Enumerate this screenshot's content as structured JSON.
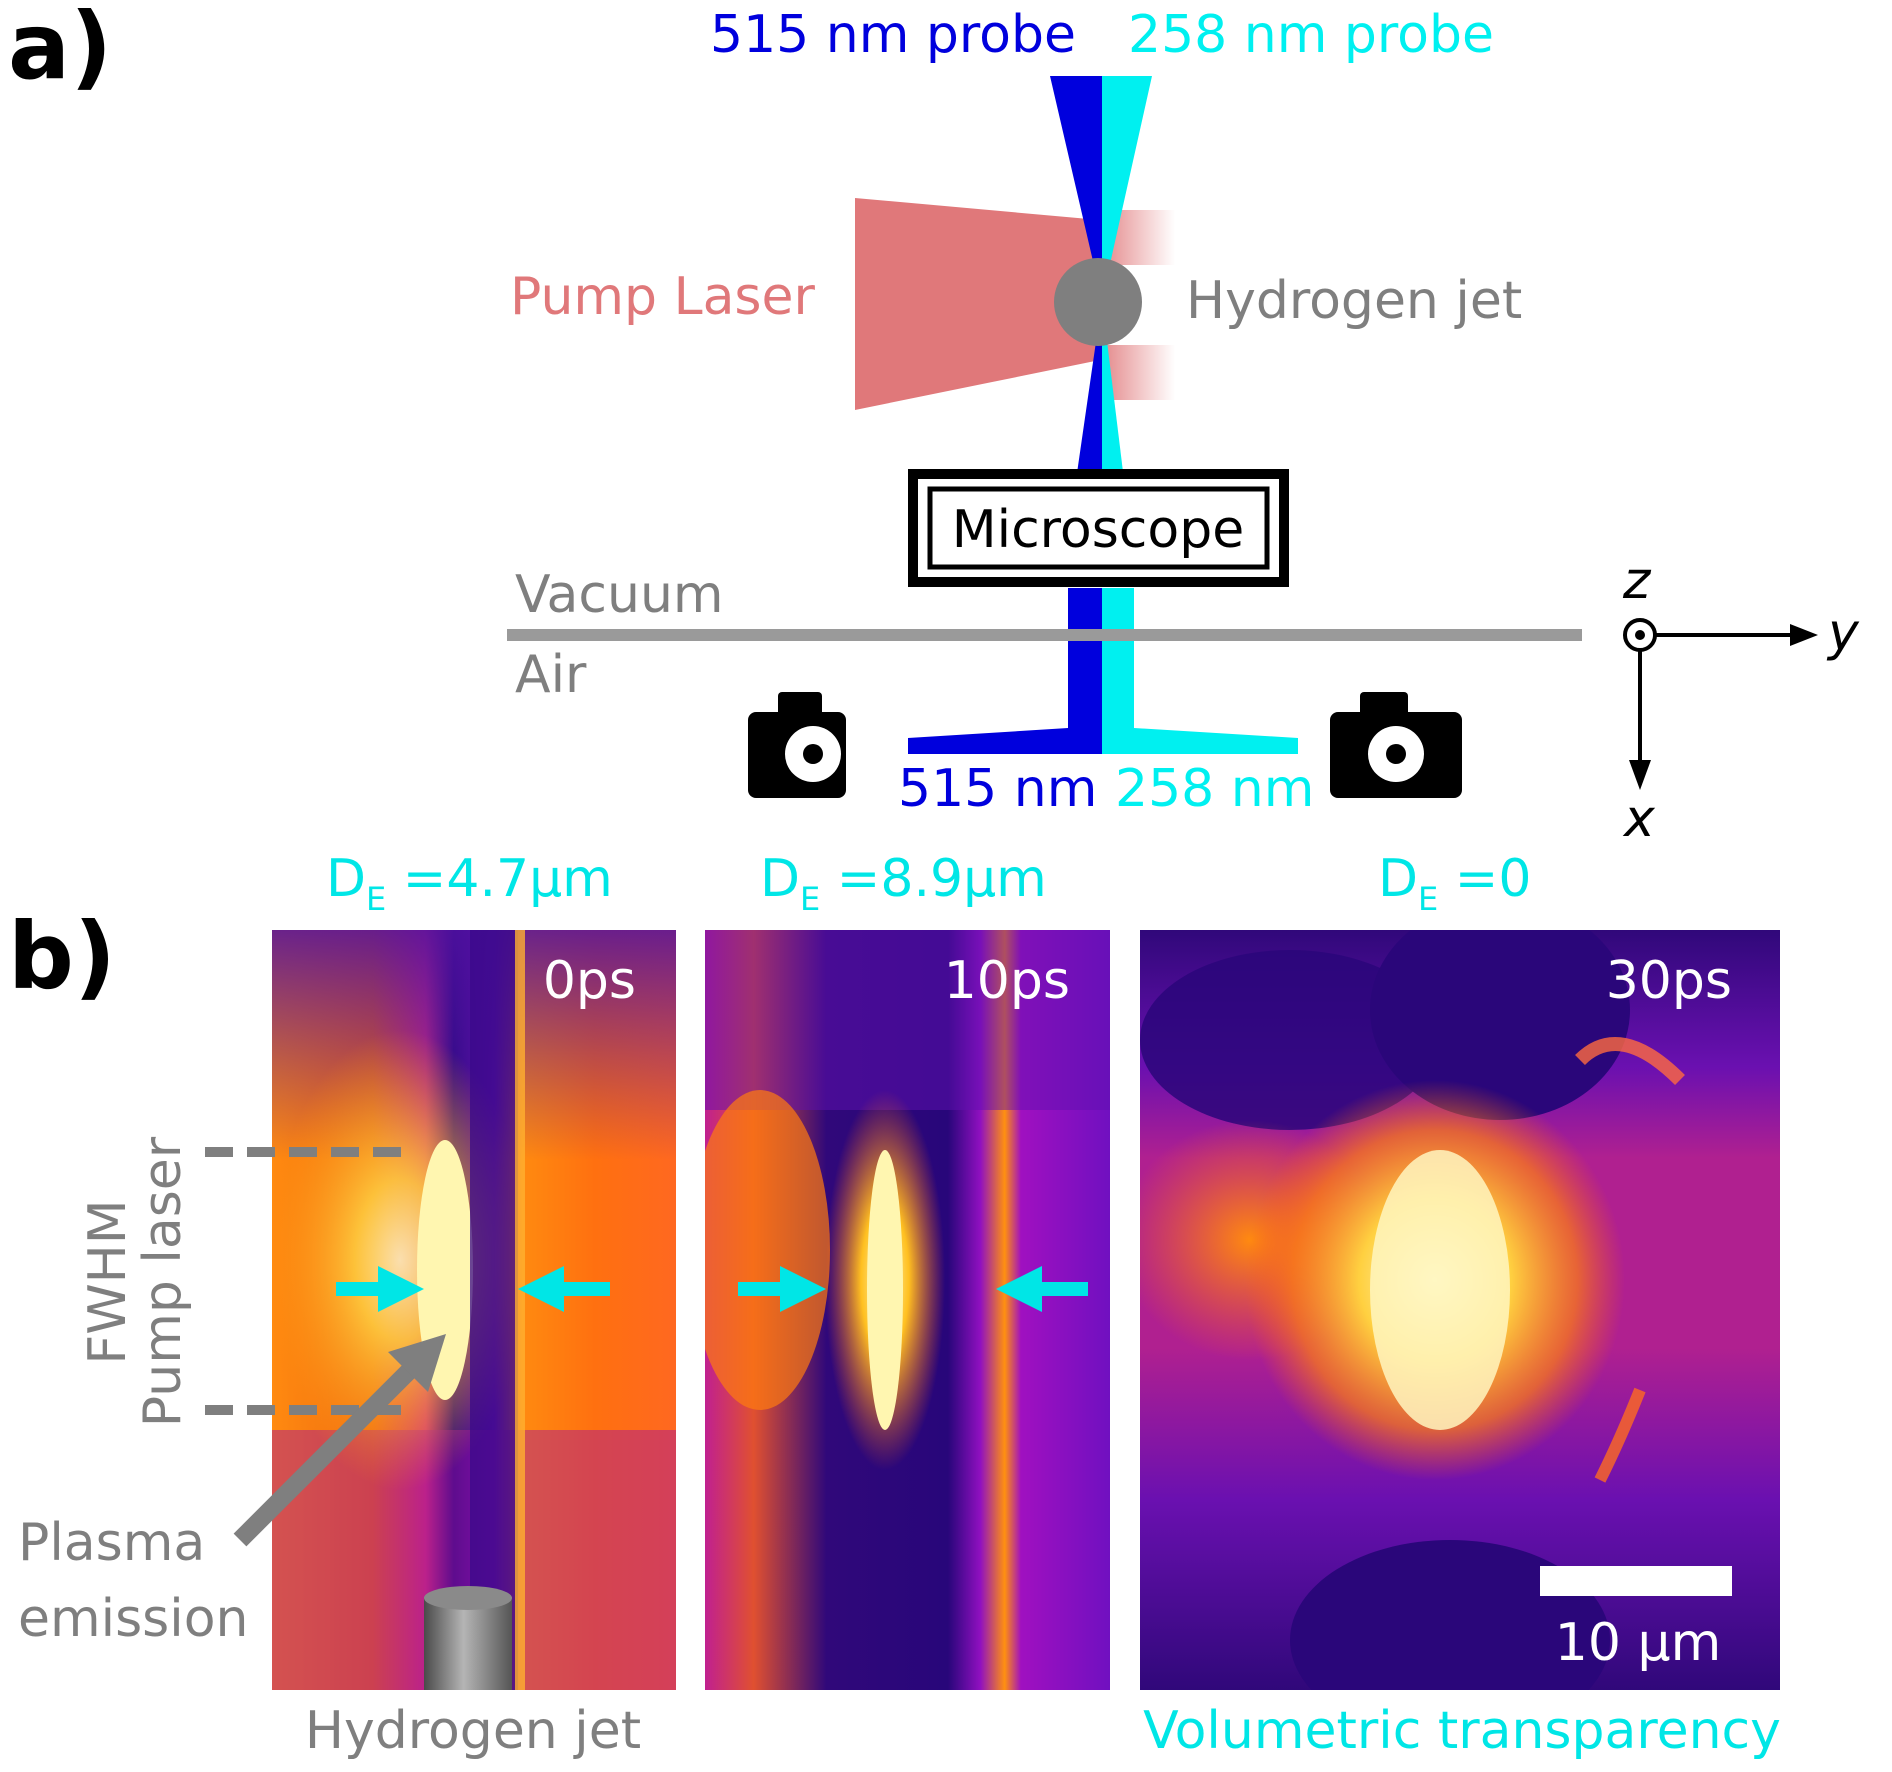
{
  "panel_a": {
    "label": "a)",
    "probe_515": "515 nm probe",
    "probe_258": "258 nm probe",
    "pump_laser": "Pump Laser",
    "hydrogen_jet": "Hydrogen jet",
    "microscope": "Microscope",
    "vacuum": "Vacuum",
    "air": "Air",
    "camera_515": "515 nm",
    "camera_258": "258 nm",
    "axis_z": "z",
    "axis_y": "y",
    "axis_x": "x",
    "icons": [
      "camera-icon",
      "camera-icon",
      "coordinate-axes-icon"
    ]
  },
  "panel_b": {
    "label": "b)",
    "images": [
      {
        "de_main": "D",
        "de_sub": "E",
        "de_value": " =4.7µm",
        "time": "0ps"
      },
      {
        "de_main": "D",
        "de_sub": "E",
        "de_value": " =8.9µm",
        "time": "10ps"
      },
      {
        "de_main": "D",
        "de_sub": "E",
        "de_value": " =0",
        "time": "30ps"
      }
    ],
    "fwhm_label_1": "FWHM",
    "fwhm_label_2": "Pump laser",
    "plasma_label_1": "Plasma",
    "plasma_label_2": "emission",
    "hydrogen_jet": "Hydrogen jet",
    "volumetric": "Volumetric transparency",
    "scalebar": "10 µm"
  },
  "colors": {
    "blue_515": "#0000dd",
    "cyan_258": "#00f0f0",
    "pump": "#e0787a",
    "gray": "#7f7f7f",
    "cmap_dark": "#2a007a",
    "cmap_mid": "#a000c0",
    "cmap_orange": "#ff7a00",
    "cmap_bright": "#fff6b0"
  }
}
